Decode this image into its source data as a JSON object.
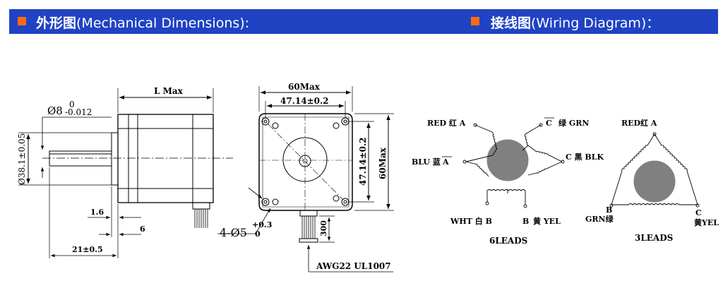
{
  "header": {
    "left_title_cn": "外形图",
    "left_title_en": "(Mechanical Dimensions):",
    "right_title_cn": "接线图",
    "right_title_en": "(Wiring Diagram)：",
    "bar_color": "#1f43c3",
    "marker_color": "#ff6a12"
  },
  "side_view": {
    "length_label": "L Max",
    "shaft_dia": "Ø8",
    "shaft_tol_upper": "0",
    "shaft_tol_lower": "-0.012",
    "boss_dia": "Ø38.1±0.05",
    "dim_1_6": "1.6",
    "dim_6": "6",
    "dim_21": "21±0.5"
  },
  "front_view": {
    "width_max": "60Max",
    "hole_spacing_h": "47.14±0.2",
    "hole_spacing_v": "47.14±0.2",
    "height_max": "60Max",
    "holes": "4-Ø5",
    "holes_tol_upper": "+0.3",
    "holes_tol_lower": "0",
    "lead_length": "300",
    "cable": "AWG22 UL1007"
  },
  "wiring_6": {
    "red": "RED 红 A",
    "c_bar": "C",
    "grn": "绿 GRN",
    "blu": "BLU 蓝",
    "a_bar": "A",
    "blk": "C 黑 BLK",
    "wht": "WHT 白 B",
    "yel_b": "B",
    "yel": "黄 YEL",
    "caption": "6LEADS"
  },
  "wiring_3": {
    "red": "RED红 A",
    "b": "B",
    "grn": "GRN绿",
    "c": "C",
    "yel": "黄YEL",
    "caption": "3LEADS"
  }
}
